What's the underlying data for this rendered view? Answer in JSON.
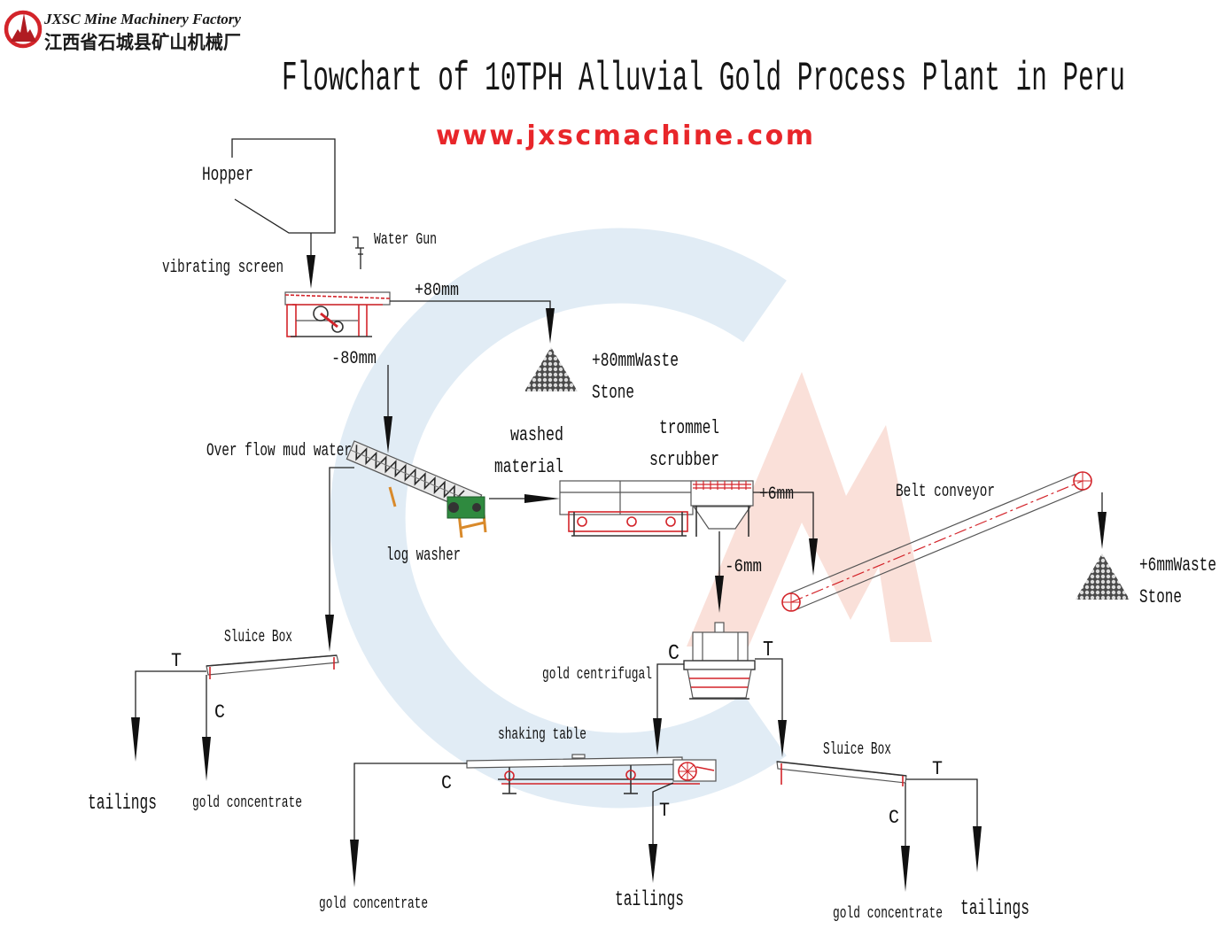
{
  "logo": {
    "name_en": "JXSC Mine Machinery Factory",
    "name_cn": "江西省石城县矿山机械厂"
  },
  "title": "Flowchart of 10TPH Alluvial Gold Process Plant in Peru",
  "website": "www.jxscmachine.com",
  "colors": {
    "website": "#e8262a",
    "frame_red": "#d3242a",
    "watermark_blue": "#d7e5f2",
    "watermark_red": "#f5c2b3",
    "motor_green": "#2f8a3f",
    "leg_orange": "#d98a2b"
  },
  "hopper": {
    "label": "Hopper"
  },
  "water_gun": {
    "label": "Water Gun"
  },
  "vibrating_screen": {
    "label": "vibrating screen",
    "oversize": "+80mm",
    "undersize": "-80mm"
  },
  "waste_stone_80": {
    "line1": "+80mmWaste",
    "line2": "Stone"
  },
  "log_washer": {
    "label": "log washer",
    "overflow": "Over flow mud water",
    "product_line1": "washed",
    "product_line2": "material"
  },
  "trommel_scrubber": {
    "line1": "trommel",
    "line2": "scrubber",
    "oversize": "+6mm",
    "undersize": "-6mm"
  },
  "belt_conveyor": {
    "label": "Belt conveyor"
  },
  "waste_stone_6": {
    "line1": "+6mmWaste",
    "line2": "Stone"
  },
  "sluice_box_left": {
    "label": "Sluice Box",
    "tailings_mark": "T",
    "concentrate_mark": "C",
    "tailings": "tailings",
    "concentrate": "gold concentrate"
  },
  "gold_centrifugal": {
    "label": "gold centrifugal",
    "concentrate_mark": "C",
    "tailings_mark": "T"
  },
  "shaking_table": {
    "label": "shaking table",
    "concentrate_mark": "C",
    "tailings_mark": "T",
    "concentrate": "gold concentrate",
    "tailings": "tailings"
  },
  "sluice_box_right": {
    "label": "Sluice Box",
    "tailings_mark": "T",
    "concentrate_mark": "C",
    "tailings": "tailings",
    "concentrate": "gold concentrate"
  }
}
